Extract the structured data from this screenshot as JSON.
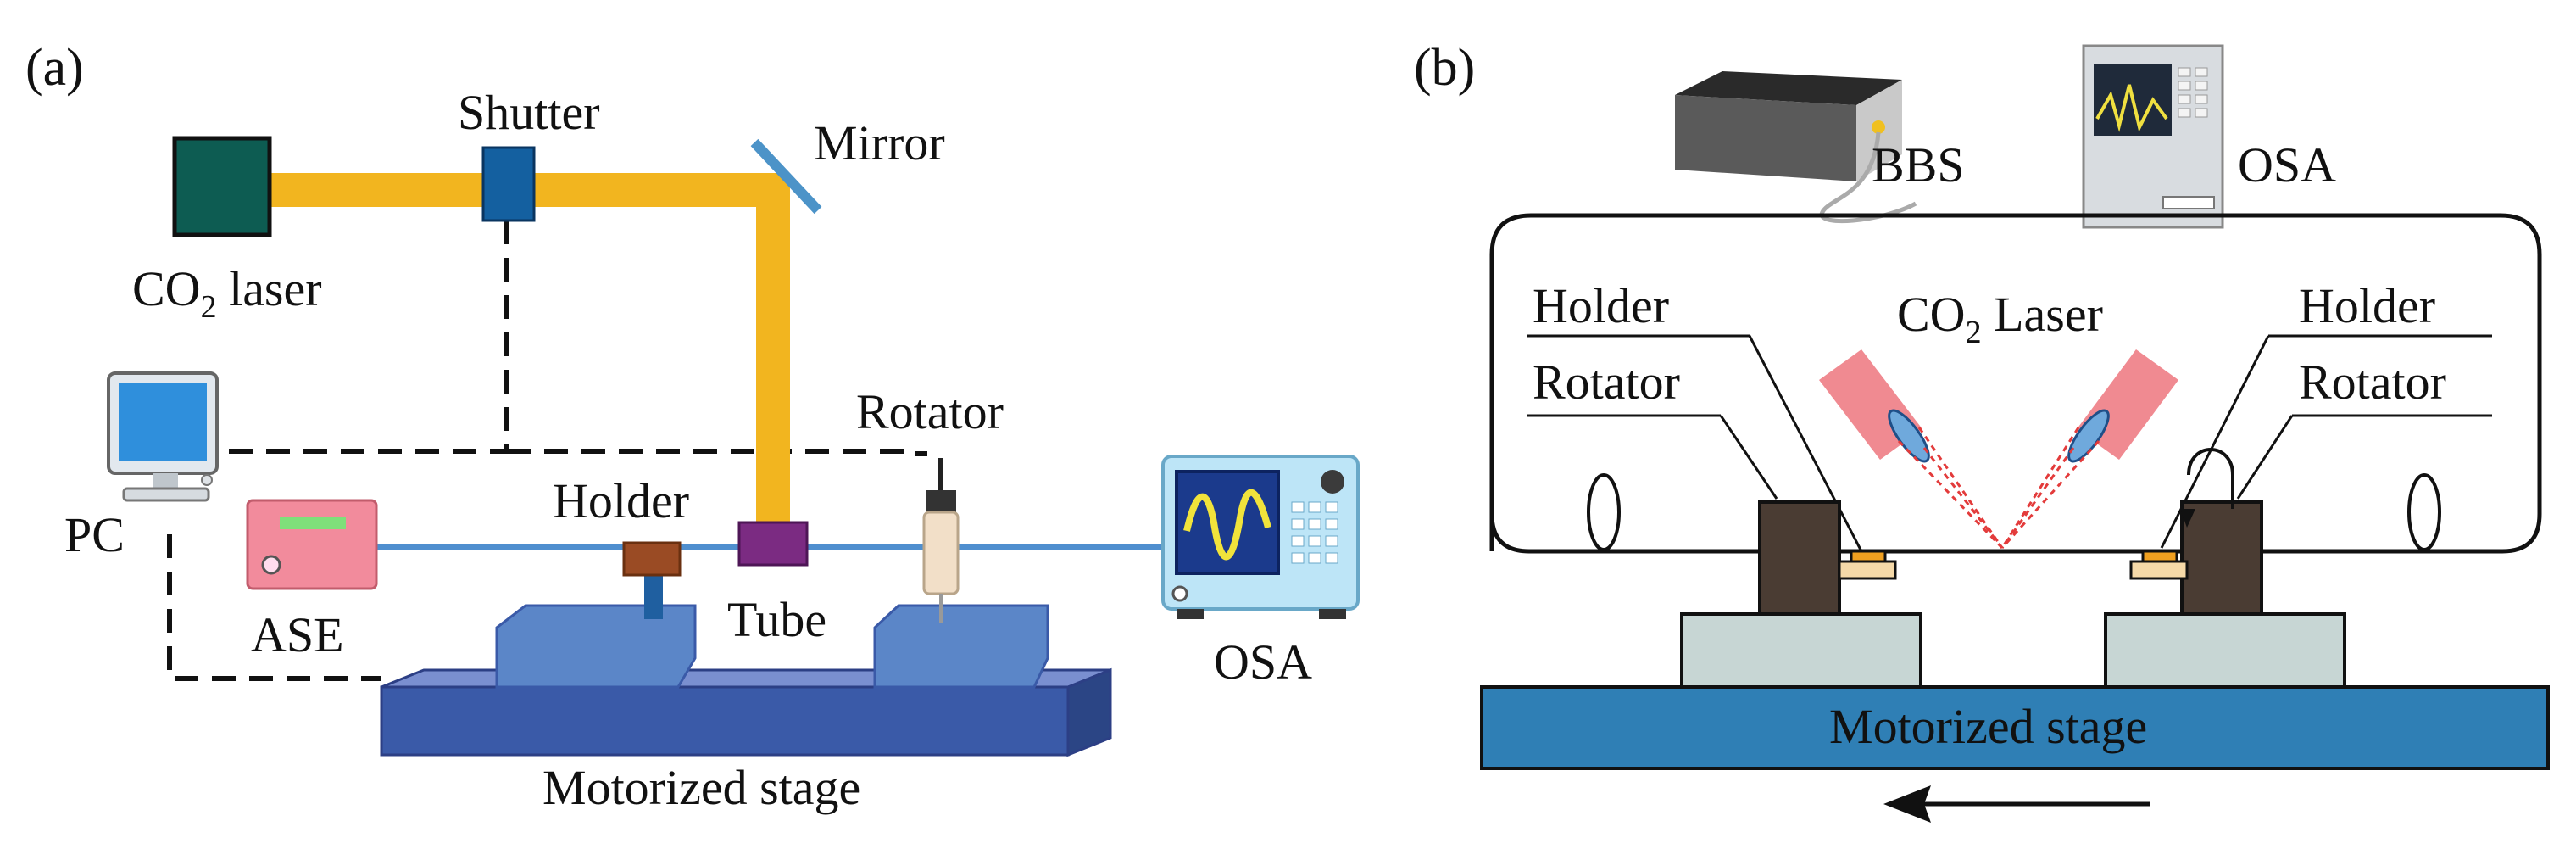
{
  "panel_a": {
    "tag": "(a)",
    "labels": {
      "laser": "CO",
      "laser_sub": "2",
      "laser_suffix": " laser",
      "shutter": "Shutter",
      "mirror": "Mirror",
      "rotator": "Rotator",
      "pc": "PC",
      "holder": "Holder",
      "ase": "ASE",
      "tube": "Tube",
      "osa": "OSA",
      "stage": "Motorized stage"
    },
    "colors": {
      "laser_body": "#0d5c52",
      "beam": "#f2b51f",
      "shutter": "#1460a0",
      "fiber": "#4f8fcf",
      "stage": "#3a5aa8",
      "carriage": "#5b86c8",
      "tube": "#7b2b82",
      "holder": "#9a4b24",
      "ase": "#f28b9c"
    }
  },
  "panel_b": {
    "tag": "(b)",
    "labels": {
      "bbs": "BBS",
      "osa": "OSA",
      "holder_left": "Holder",
      "rotator_left": "Rotator",
      "laser": "CO",
      "laser_sub": "2",
      "laser_suffix": " Laser",
      "holder_right": "Holder",
      "rotator_right": "Rotator",
      "stage": "Motorized stage"
    },
    "colors": {
      "stage": "#2f7fb5",
      "block": "#c7d6d4",
      "rotator": "#4a3c33",
      "laser_head": "#f08a91",
      "beam": "#e33b3b",
      "lens": "#6fa9dc",
      "holder": "#f0a020"
    }
  }
}
